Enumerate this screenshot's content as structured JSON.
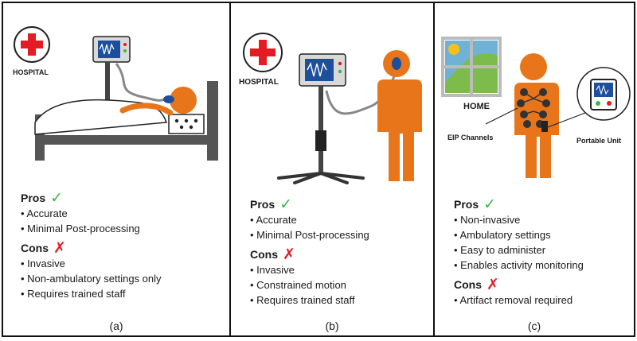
{
  "panels": [
    {
      "id": "a",
      "location_label": "HOSPITAL",
      "pros_heading": "Pros",
      "pros": [
        "Accurate",
        "Minimal Post-processing"
      ],
      "cons_heading": "Cons",
      "cons": [
        "Invasive",
        "Non-ambulatory settings only",
        "Requires trained staff"
      ],
      "caption": "(a)"
    },
    {
      "id": "b",
      "location_label": "HOSPITAL",
      "pros_heading": "Pros",
      "pros": [
        "Accurate",
        "Minimal Post-processing"
      ],
      "cons_heading": "Cons",
      "cons": [
        "Invasive",
        "Constrained motion",
        "Requires trained staff"
      ],
      "caption": "(b)"
    },
    {
      "id": "c",
      "location_label": "HOME",
      "channels_label": "EIP Channels",
      "unit_label": "Portable Unit",
      "pros_heading": "Pros",
      "pros": [
        "Non-invasive",
        "Ambulatory settings",
        "Easy to administer",
        "Enables activity monitoring"
      ],
      "cons_heading": "Cons",
      "cons": [
        "Artifact removal required"
      ],
      "caption": "(c)"
    }
  ],
  "marks": {
    "check": "✓",
    "cross": "✗"
  },
  "colors": {
    "person": "#e8751a",
    "cross": "#e31b23",
    "check": "#3cb54a",
    "monitor_screen": "#1d4f9c",
    "bed": "#555555"
  }
}
